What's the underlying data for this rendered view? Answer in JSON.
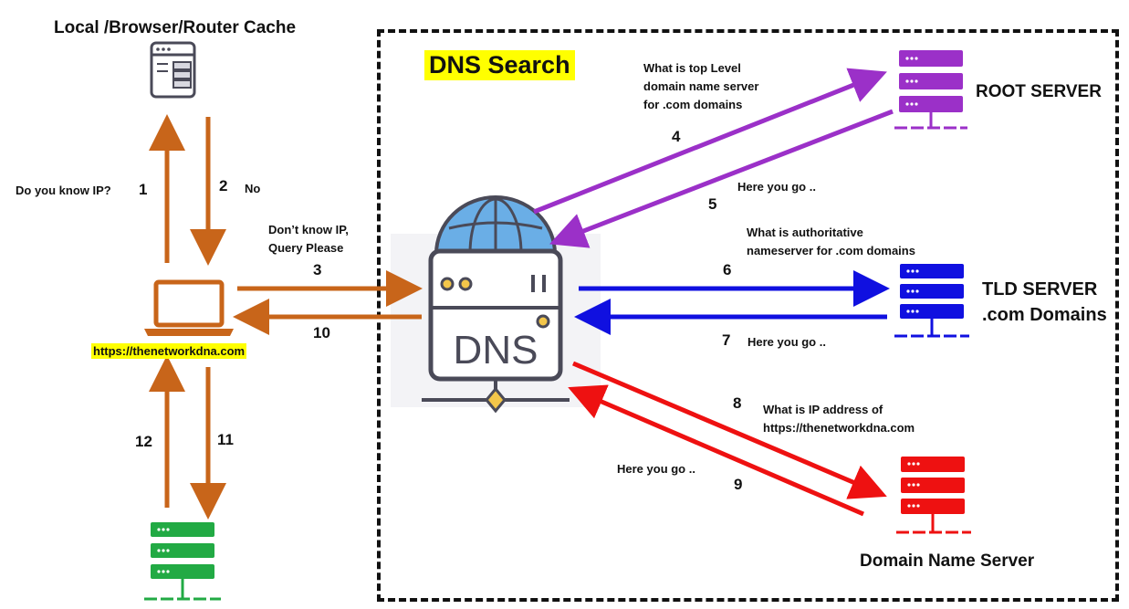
{
  "cache_title": "Local /Browser/Router Cache",
  "dns_search_title": "DNS Search",
  "client_url": "https://thenetworkdna.com",
  "dns_label": "DNS",
  "servers": {
    "root": {
      "label": "ROOT SERVER",
      "color": "#9b30c8"
    },
    "tld": {
      "line1": "TLD SERVER",
      "line2": ".com Domains",
      "color": "#1010e0"
    },
    "domain": {
      "label": "Domain Name Server",
      "color": "#ee1111"
    },
    "client_db": {
      "color": "#22aa44"
    }
  },
  "steps": {
    "s1": {
      "num": "1",
      "text": "Do you know IP?"
    },
    "s2": {
      "num": "2",
      "text": "No"
    },
    "s3": {
      "num": "3",
      "line1": "Don’t know IP,",
      "line2": "Query Please"
    },
    "s4": {
      "num": "4",
      "line1": "What is top Level",
      "line2": "domain name server",
      "line3": "for .com domains"
    },
    "s5": {
      "num": "5",
      "text": "Here you go .."
    },
    "s6": {
      "num": "6",
      "line1": "What is authoritative",
      "line2": "nameserver for .com domains"
    },
    "s7": {
      "num": "7",
      "text": "Here you go .."
    },
    "s8": {
      "num": "8",
      "line1": "What is IP address of",
      "line2": "https://thenetworkdna.com"
    },
    "s9": {
      "num": "9",
      "text": "Here you go .."
    },
    "s10": {
      "num": "10"
    },
    "s11": {
      "num": "11"
    },
    "s12": {
      "num": "12"
    }
  },
  "colors": {
    "orange": "#c8651a",
    "purple": "#9b30c8",
    "blue": "#1010e0",
    "red": "#ee1111",
    "dns_outline": "#4a4a58",
    "globe": "#6aaee6",
    "highlight": "#ffff00"
  }
}
